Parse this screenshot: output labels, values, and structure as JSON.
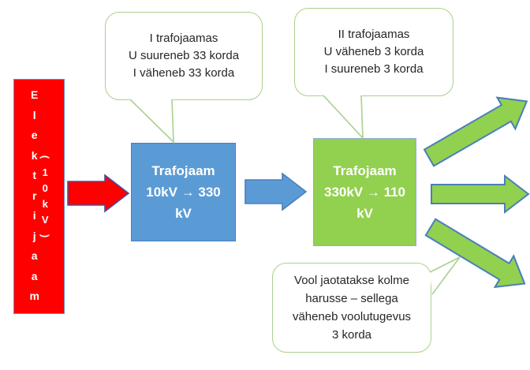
{
  "colors": {
    "red": "#FE0000",
    "red_arrow_stroke": "#3F51A5",
    "blue": "#5B9BD5",
    "blue_border": "#4A7EBB",
    "green": "#92D050",
    "arrow_stroke": "#4A7EBB",
    "callout_border": "#A9D18E"
  },
  "power_plant": {
    "name": "Elektrijaam",
    "letters": [
      "E",
      "l",
      "e",
      "k",
      "t",
      "r",
      "i",
      "j",
      "a",
      "a",
      "m"
    ],
    "voltage": "(10kV)",
    "voltage_chars": [
      "(",
      "1",
      "0",
      "k",
      "V",
      ")"
    ]
  },
  "transformer1": {
    "lines": [
      "Trafojaam",
      "10kV → 330",
      "kV"
    ]
  },
  "transformer2": {
    "lines": [
      "Trafojaam",
      "330kV → 110",
      "kV"
    ]
  },
  "callout1": {
    "lines": [
      "I trafojaamas",
      "U suureneb 33 korda",
      "I väheneb 33 korda"
    ]
  },
  "callout2": {
    "lines": [
      "II trafojaamas",
      "U väheneb 3 korda",
      "I suureneb 3 korda"
    ]
  },
  "callout3": {
    "lines": [
      "Vool jaotatakse kolme",
      "harusse – sellega",
      "väheneb voolutugevus",
      "3 korda"
    ]
  }
}
